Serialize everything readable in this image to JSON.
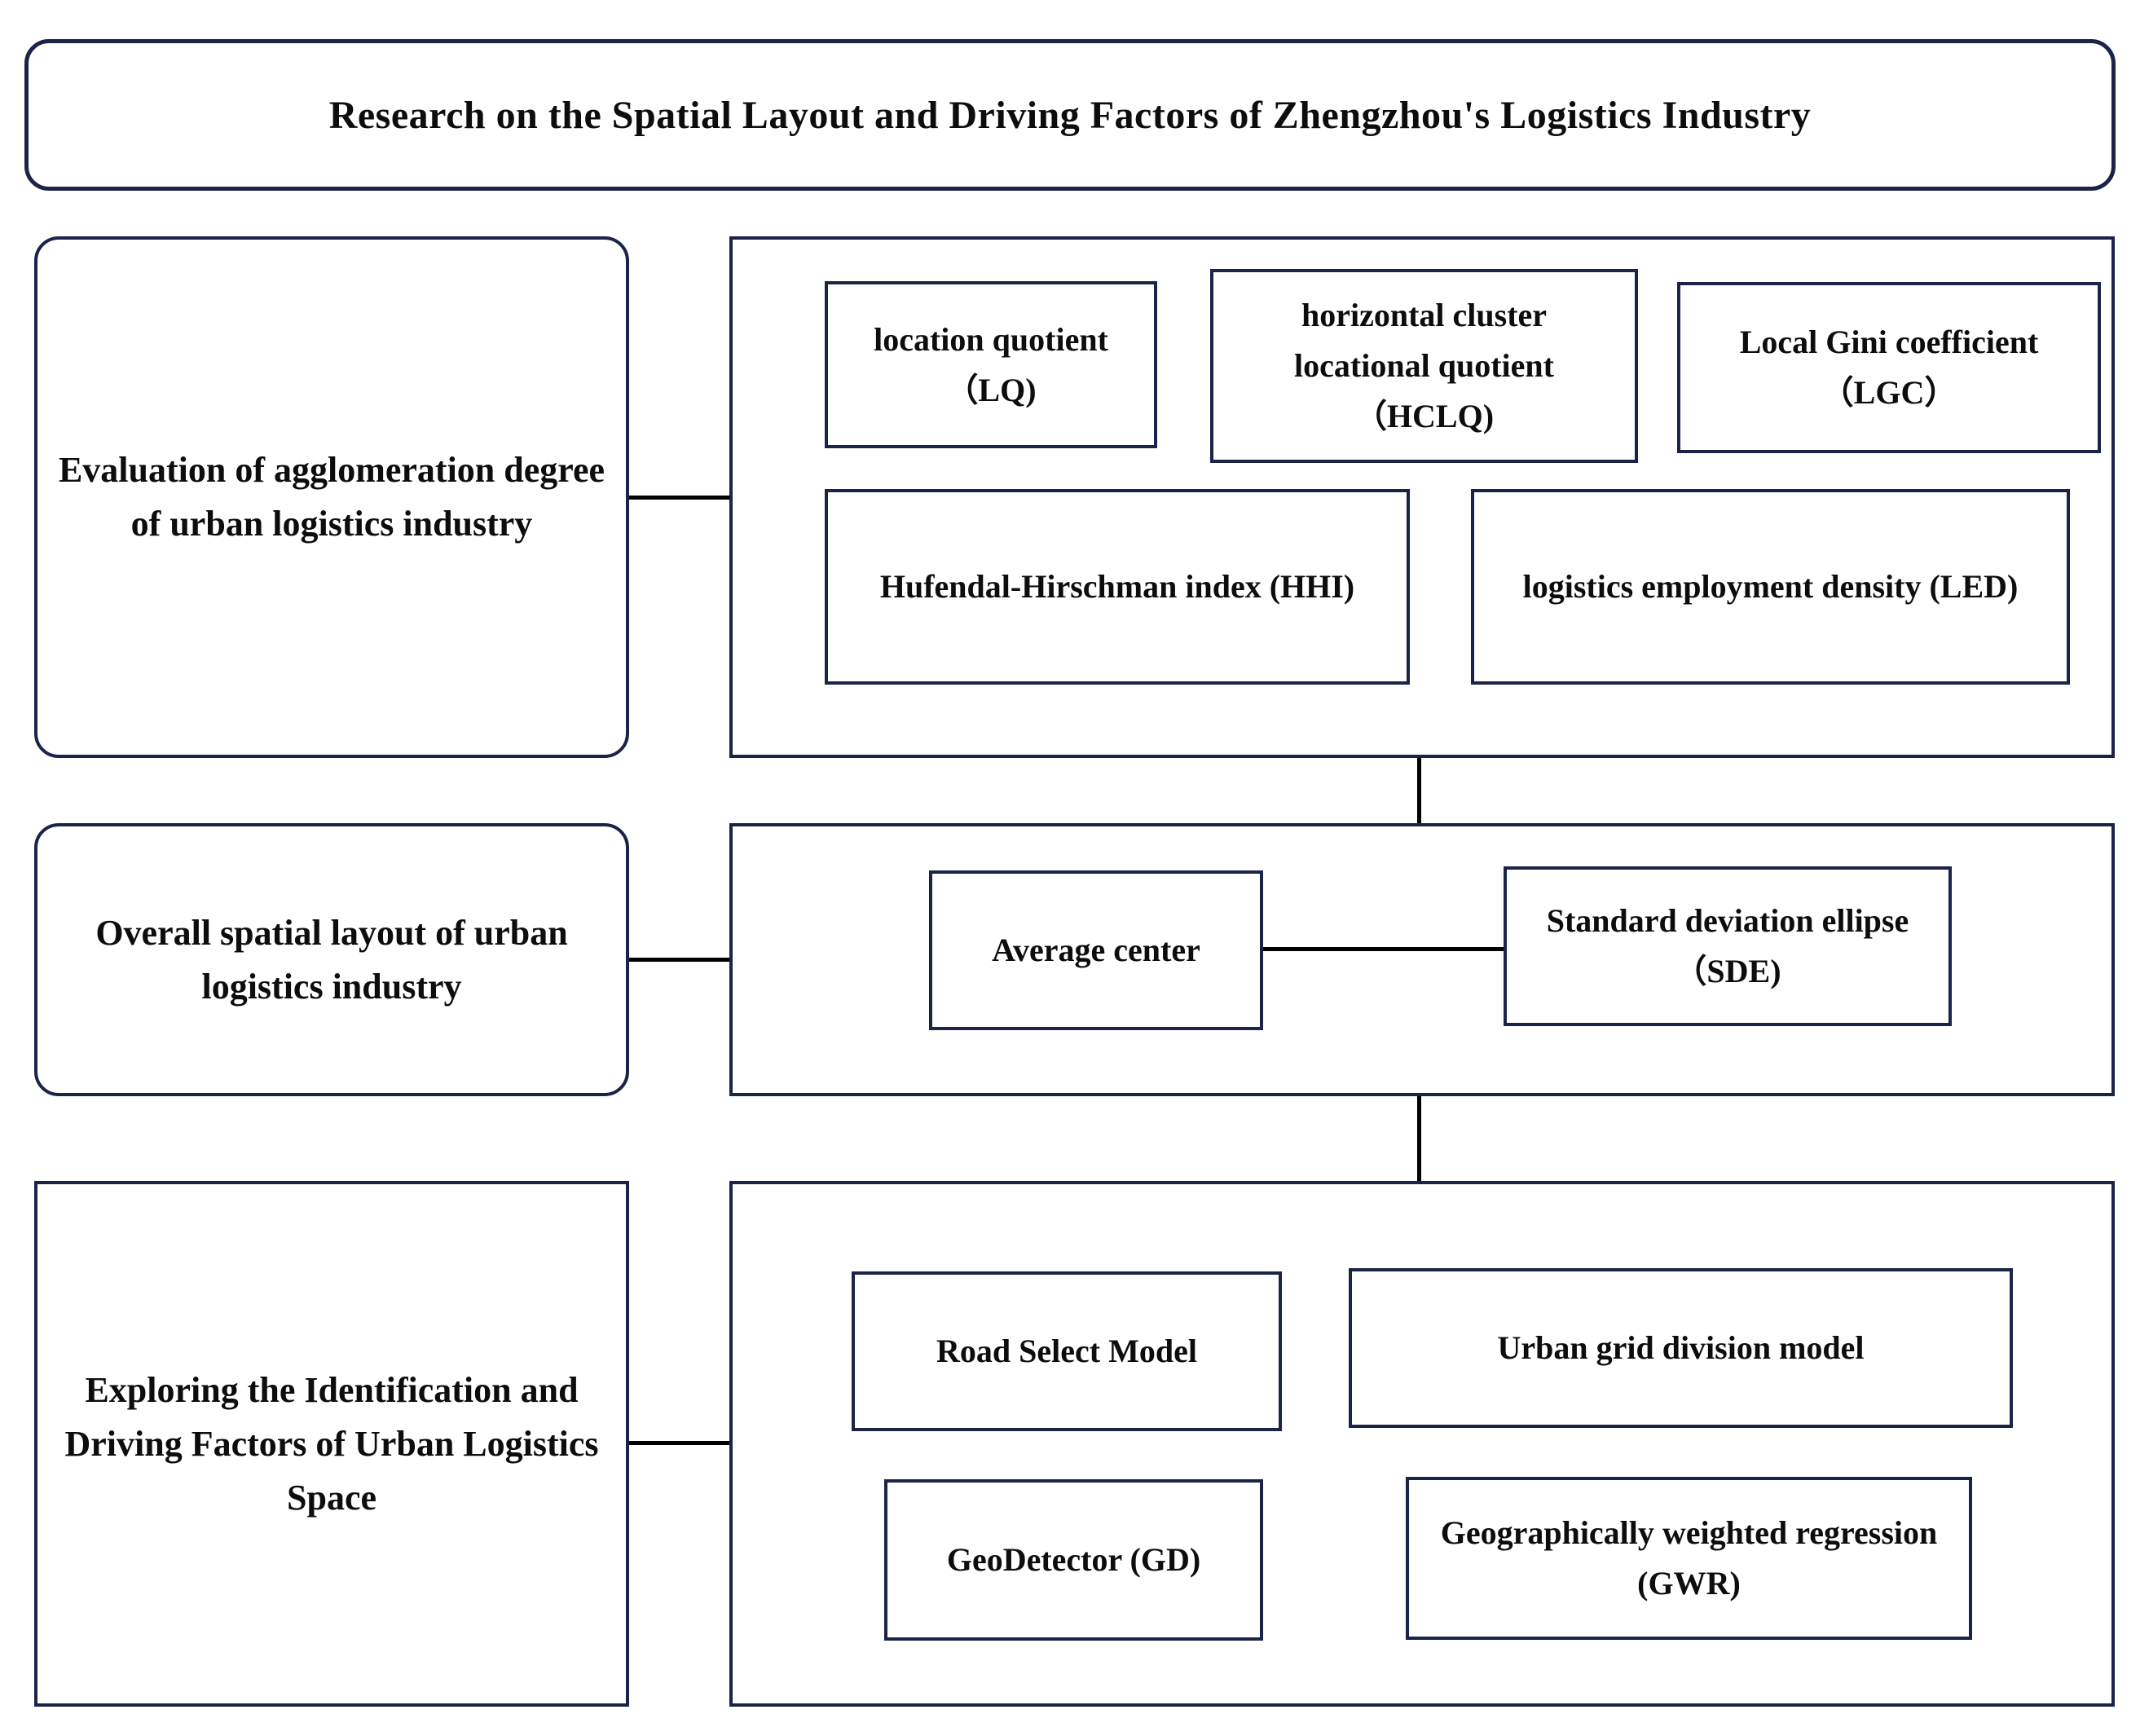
{
  "title": "Research on the Spatial Layout and Driving Factors of Zhengzhou's Logistics Industry",
  "colors": {
    "box_border": "#1b2348",
    "connector": "#000000",
    "text": "#0d0d0d",
    "background": "#ffffff"
  },
  "sections": [
    {
      "label": "Evaluation of agglomeration degree of urban logistics industry",
      "methods": {
        "lq": "location quotient（LQ)",
        "hclq": "horizontal cluster locational quotient（HCLQ)",
        "lgc": "Local Gini coefficient（LGC）",
        "hhi": "Hufendal-Hirschman index (HHI)",
        "led": "logistics employment density (LED)"
      }
    },
    {
      "label": "Overall spatial layout of urban logistics industry",
      "methods": {
        "average_center": "Average center",
        "sde": "Standard deviation ellipse（SDE)"
      }
    },
    {
      "label": "Exploring the Identification and Driving Factors of Urban Logistics Space",
      "methods": {
        "road": "Road Select Model",
        "grid": "Urban grid division model",
        "gd": "GeoDetector (GD)",
        "gwr": "Geographically weighted regression (GWR)"
      }
    }
  ]
}
